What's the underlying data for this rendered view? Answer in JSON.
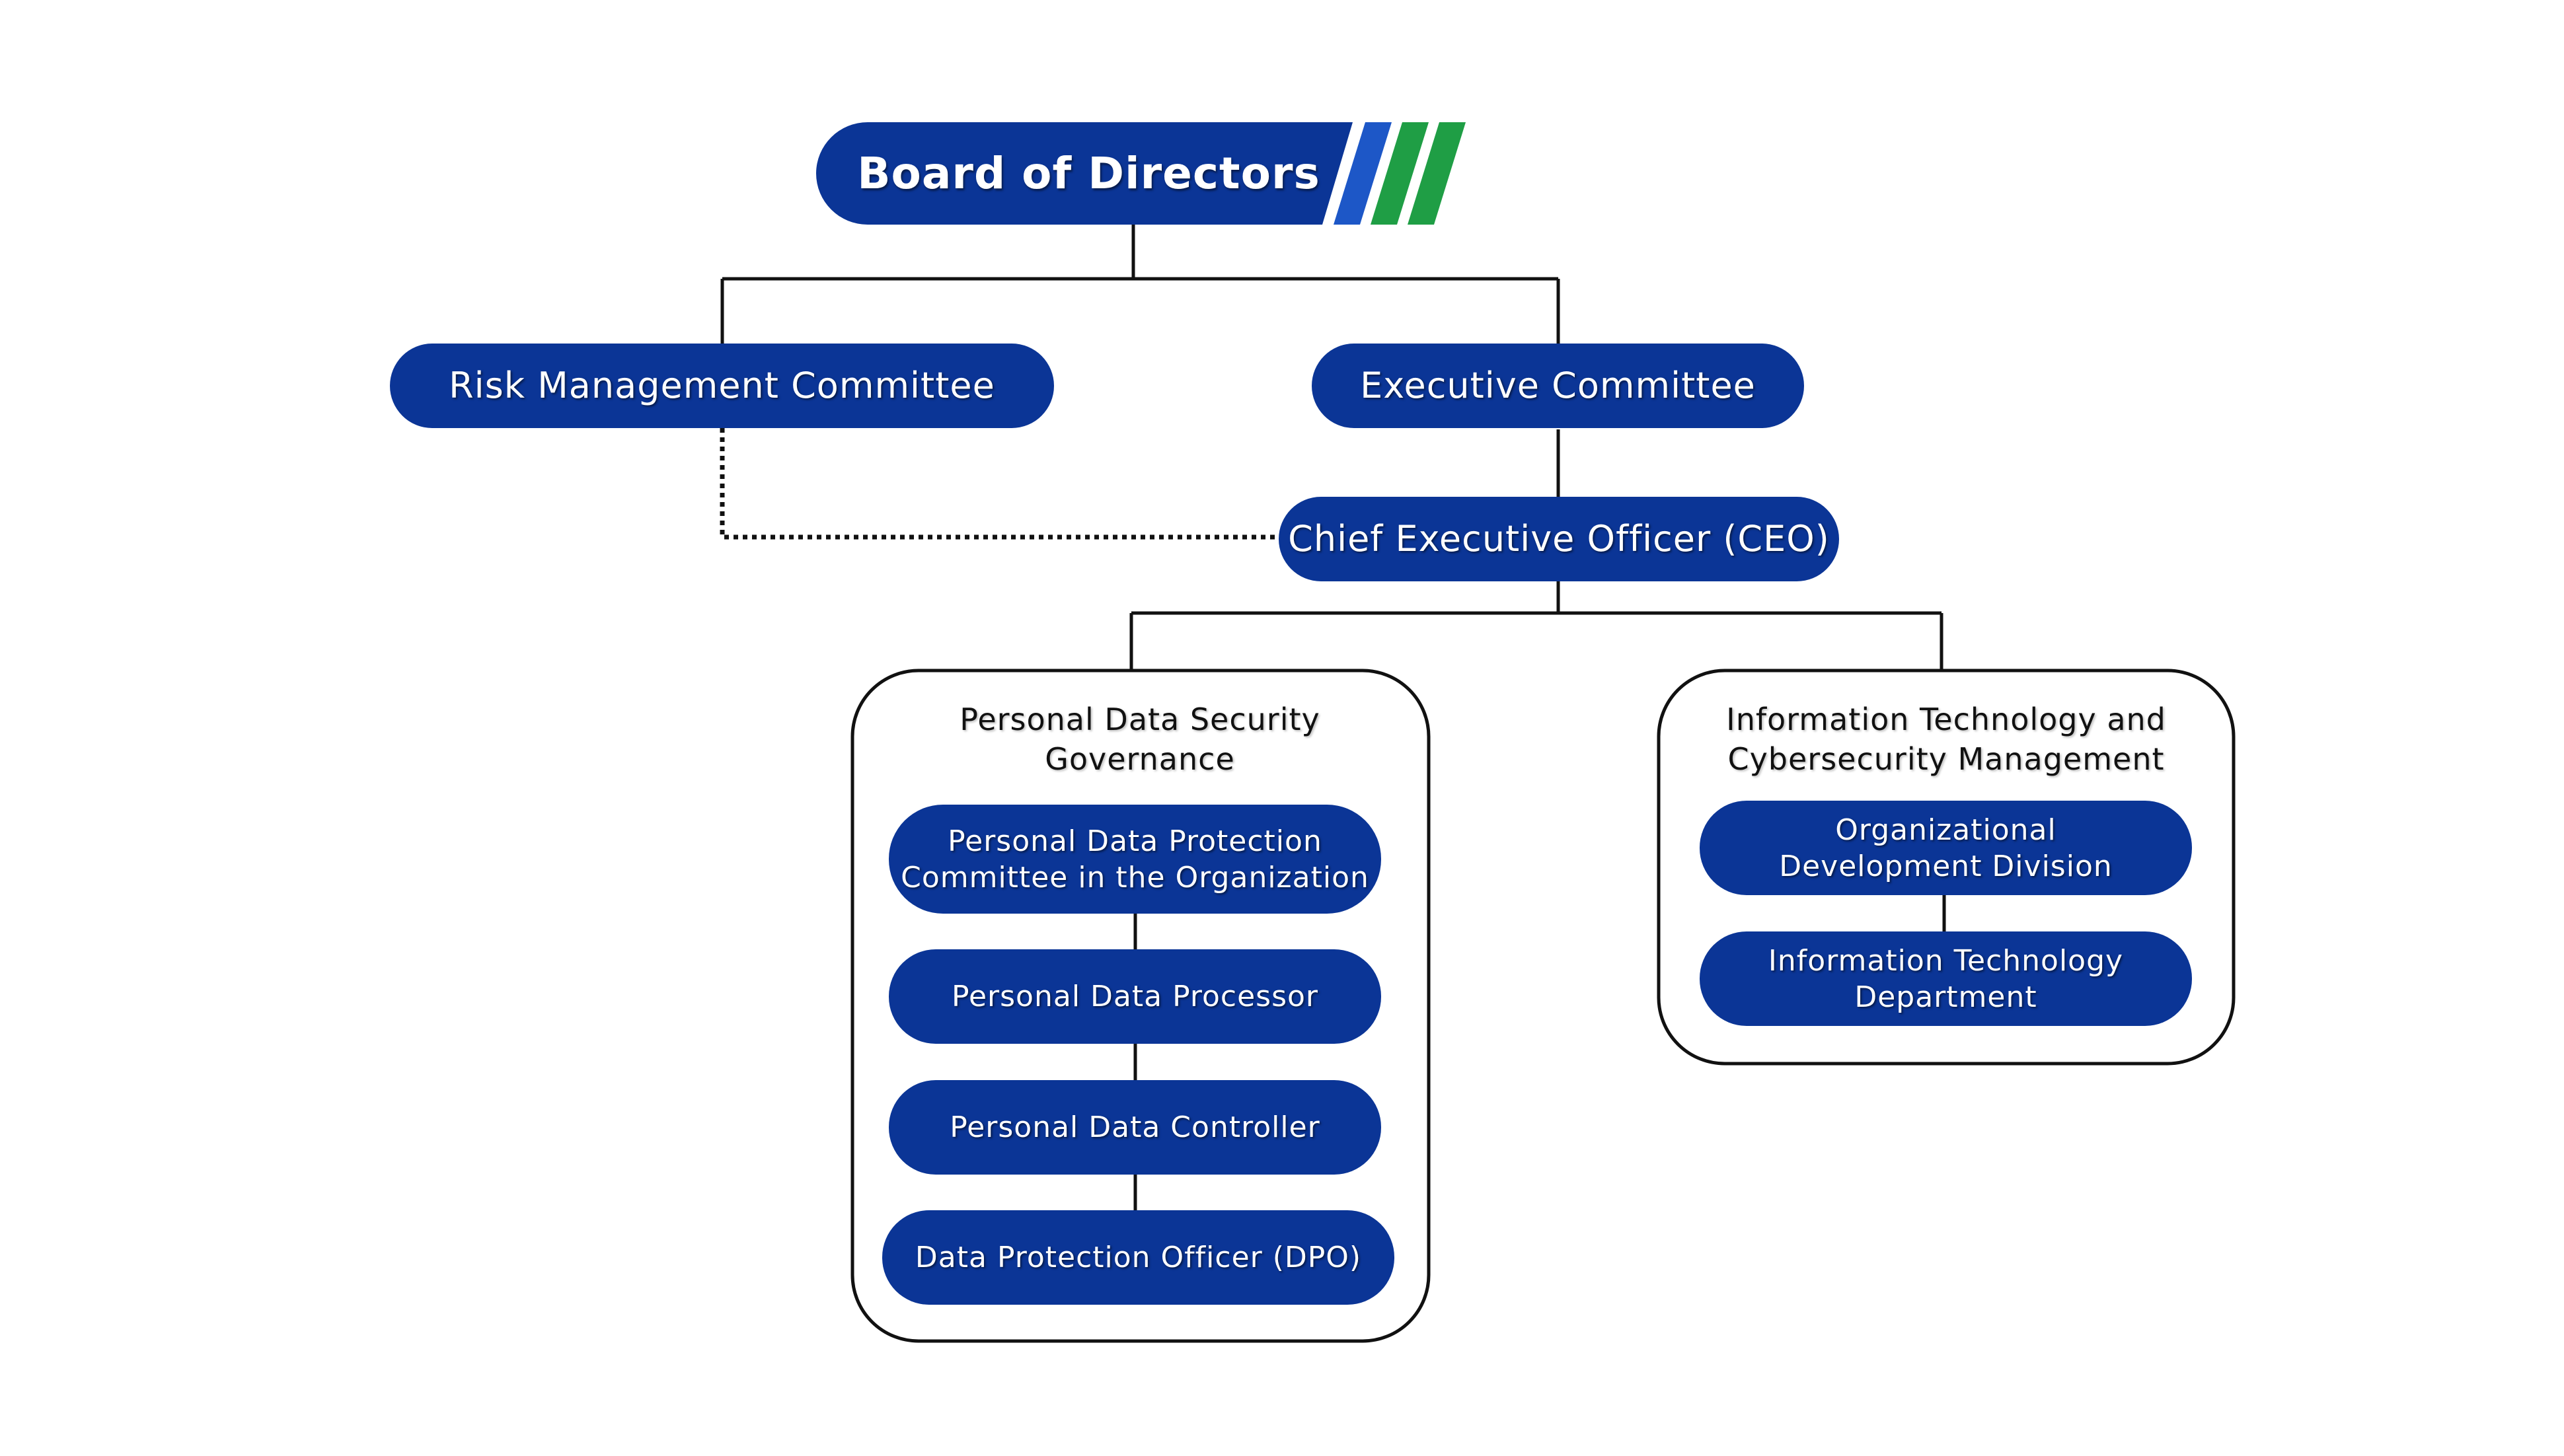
{
  "colors": {
    "node_fill": "#0b3596",
    "stripe_blue": "#1d57c7",
    "stripe_green": "#1f9e45",
    "line": "#111111",
    "background": "#ffffff"
  },
  "board": {
    "label": "Board of Directors"
  },
  "risk_committee": {
    "label": "Risk Management Committee"
  },
  "executive_committee": {
    "label": "Executive Committee"
  },
  "ceo": {
    "label": "Chief Executive Officer (CEO)"
  },
  "personal_data_group": {
    "title": "Personal Data Security\nGovernance",
    "items": [
      "Personal Data Protection\nCommittee in the Organization",
      "Personal Data Processor",
      "Personal Data Controller",
      "Data Protection Officer (DPO)"
    ]
  },
  "it_group": {
    "title": "Information Technology and\nCybersecurity Management",
    "items": [
      "Organizational\nDevelopment Division",
      "Information Technology\nDepartment"
    ]
  }
}
